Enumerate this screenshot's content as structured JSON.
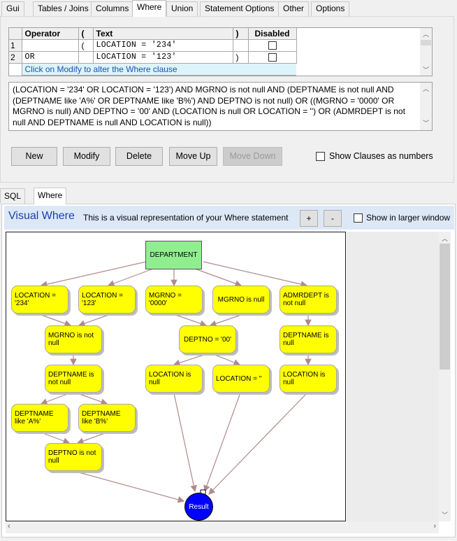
{
  "top_tabs": [
    {
      "label": "Gui"
    },
    {
      "label": "Tables / Joins"
    },
    {
      "label": "Columns"
    },
    {
      "label": "Where"
    },
    {
      "label": "Union"
    },
    {
      "label": "Statement Options"
    },
    {
      "label": "Other"
    },
    {
      "label": "Options"
    }
  ],
  "active_top_tab": "Where",
  "grid": {
    "columns": [
      "",
      "Operator",
      "(",
      "Text",
      ")",
      "Disabled"
    ],
    "rows": [
      {
        "num": "1",
        "operator": "",
        "open": "(",
        "text": "LOCATION = '234'",
        "close": "",
        "disabled": false
      },
      {
        "num": "2",
        "operator": "OR",
        "open": "",
        "text": "LOCATION = '123'",
        "close": ")",
        "disabled": false
      }
    ],
    "hint": "Click on Modify to alter the Where clause"
  },
  "where_text": "(LOCATION = '234' OR LOCATION = '123') AND MGRNO is not null AND (DEPTNAME is not null AND (DEPTNAME like 'A%' OR DEPTNAME like 'B%') AND DEPTNO is not null) OR ((MGRNO = '0000' OR MGRNO is null) AND DEPTNO = '00' AND (LOCATION is null OR LOCATION = '') OR (ADMRDEPT is not null AND DEPTNAME is null AND LOCATION is null))",
  "buttons": {
    "new": "New",
    "modify": "Modify",
    "delete": "Delete",
    "move_up": "Move Up",
    "move_down": "Move Down"
  },
  "show_clauses_label": "Show Clauses as numbers",
  "lower_tabs": [
    {
      "label": "SQL"
    },
    {
      "label": "Where"
    }
  ],
  "visual": {
    "title": "Visual Where",
    "description": "This is a visual representation of your Where statement",
    "plus": "+",
    "minus": "-",
    "larger_window_label": "Show in larger window"
  },
  "diagram": {
    "root": "DEPARTMENT",
    "result": "Result",
    "nodes": {
      "loc234": "LOCATION = '234'",
      "loc123": "LOCATION = '123'",
      "mgrno0000": "MGRNO = '0000'",
      "mgrnonull": "MGRNO is null",
      "admrdept": "ADMRDEPT is not null",
      "mgrnonotnull": "MGRNO is not null",
      "deptno00": "DEPTNO = '00'",
      "deptnamenull": "DEPTNAME is null",
      "deptnamenotnull": "DEPTNAME is not null",
      "locnull1": "LOCATION is null",
      "locempty": "LOCATION = ''",
      "locnull2": "LOCATION is null",
      "likeA": "DEPTNAME like 'A%'",
      "likeB": "DEPTNAME like 'B%'",
      "deptnonotnull": "DEPTNO is not null"
    }
  },
  "colors": {
    "node_fill": "#ffff00",
    "root_fill": "#90ee90",
    "result_fill": "#0000ff",
    "edge": "#b08a8a",
    "title": "#1a3fa6"
  }
}
